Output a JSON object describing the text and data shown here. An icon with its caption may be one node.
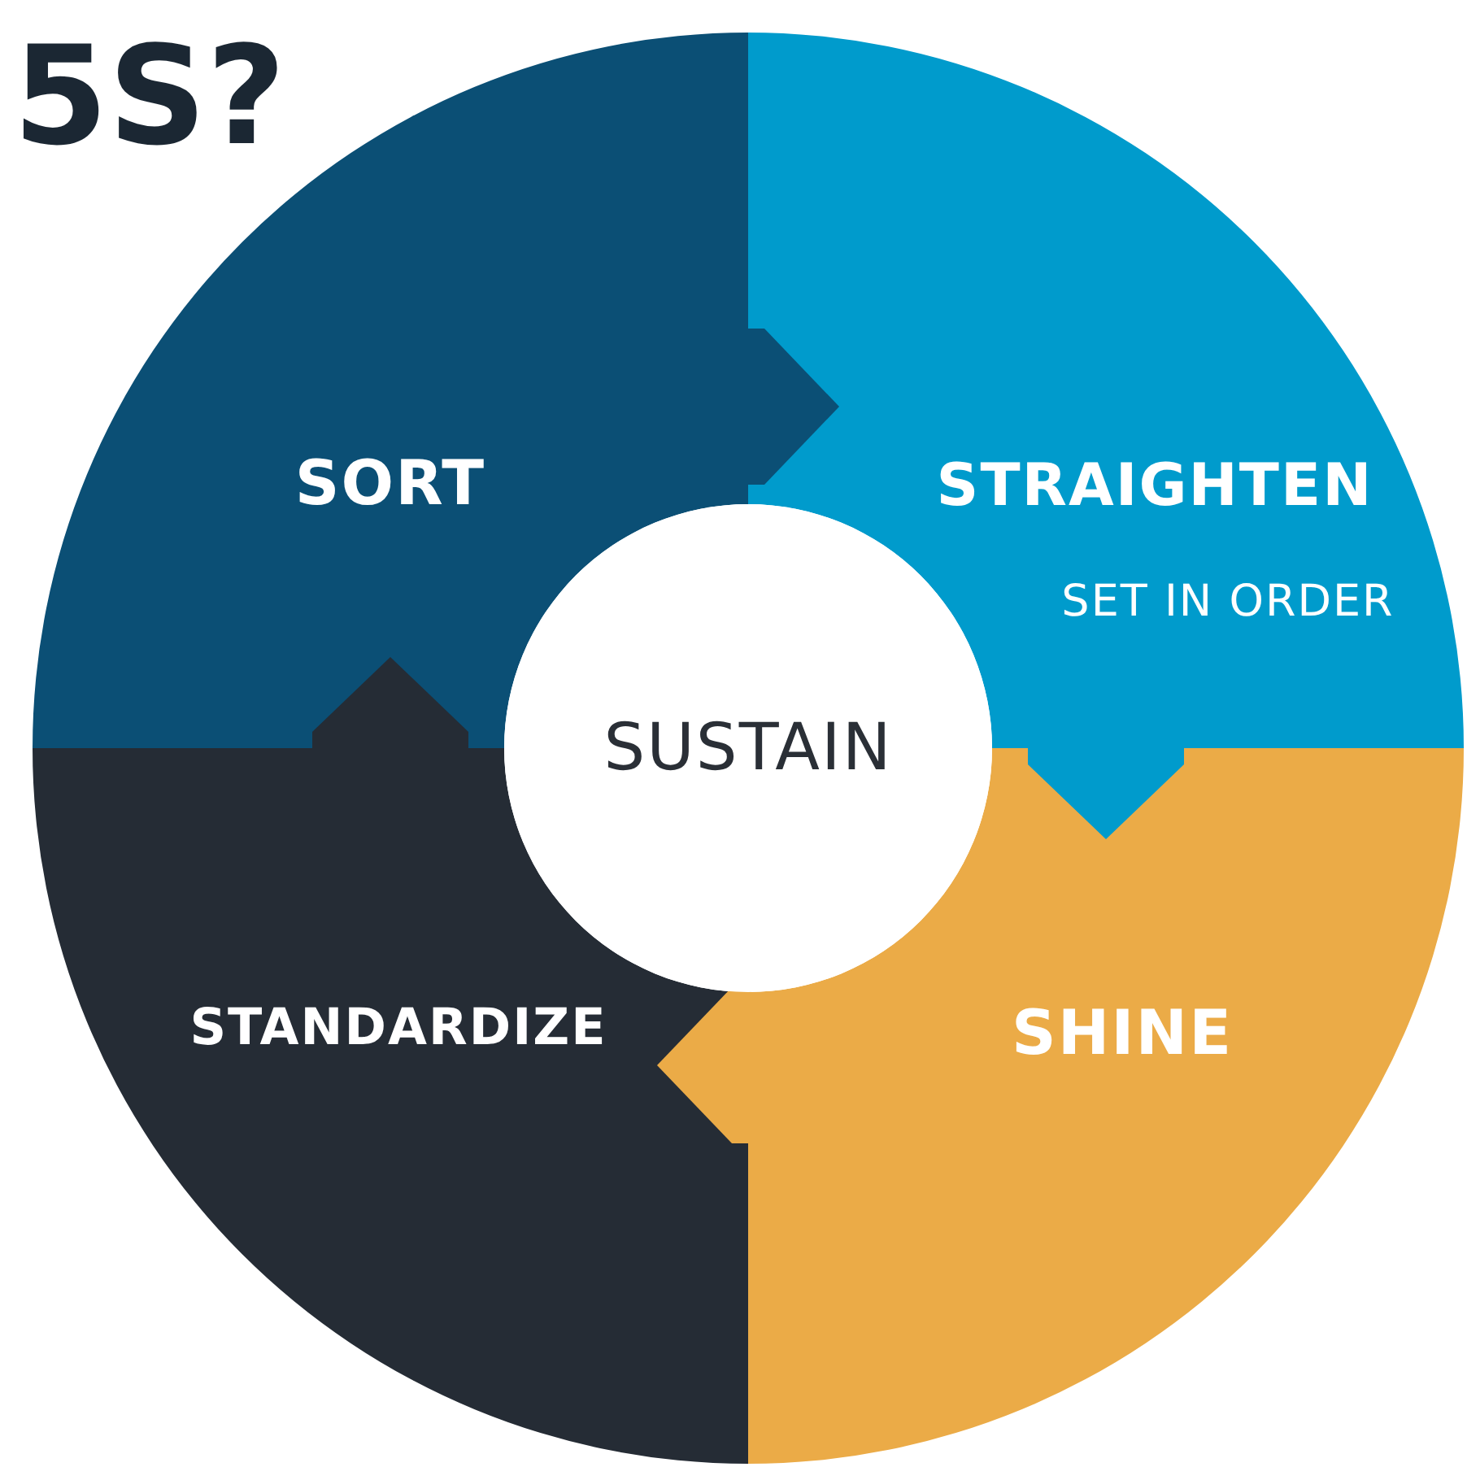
{
  "diagram": {
    "title": "5S?",
    "nodes": [
      {
        "text": [
          "SORT"
        ]
      },
      {
        "text": [
          "STRAIGHTEN",
          "SET IN ORDER"
        ]
      },
      {
        "text": [
          "SHINE"
        ]
      },
      {
        "text": [
          "STANDARDIZE"
        ]
      },
      {
        "text": [
          "SUSTAIN"
        ]
      }
    ],
    "edges": [
      {
        "from": 0,
        "to": 1,
        "arrow": "to",
        "color": "#0b4f75"
      },
      {
        "from": 1,
        "to": 2,
        "arrow": "to",
        "color": "#009bcc"
      },
      {
        "from": 2,
        "to": 3,
        "arrow": "to",
        "color": "#ebab47"
      },
      {
        "from": 3,
        "to": 0,
        "arrow": "to",
        "color": "#252c35"
      }
    ]
  }
}
